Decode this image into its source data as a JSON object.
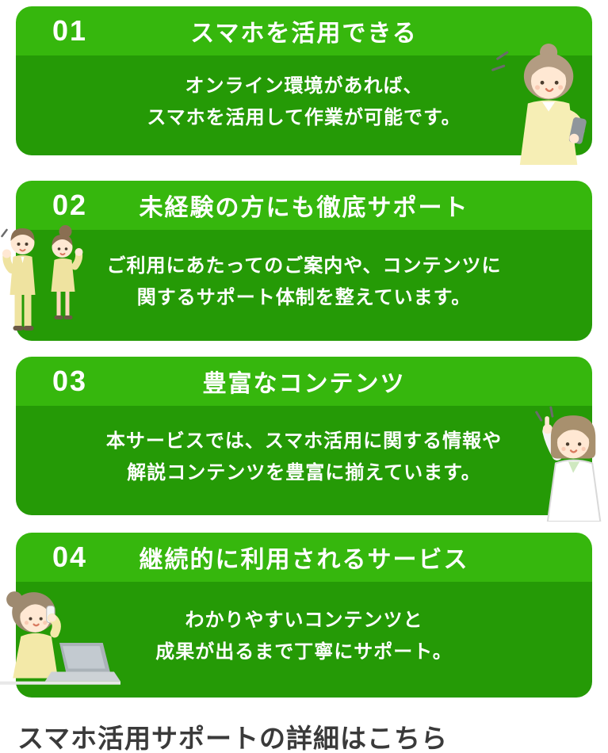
{
  "colors": {
    "header_green": "#36b70d",
    "body_green": "#259a06",
    "card_text": "#ffffff",
    "footer_text": "#3a3a3a"
  },
  "cards": [
    {
      "number": "01",
      "title": "スマホを活用できる",
      "body_lines": [
        "オンライン環境があれば、",
        "スマホを活用して作業が可能です。"
      ],
      "illustration": "woman-with-smartphone"
    },
    {
      "number": "02",
      "title": "未経験の方にも徹底サポート",
      "body_lines": [
        "ご利用にあたってのご案内や、コンテンツに",
        "関するサポート体制を整えています。"
      ],
      "illustration": "business-man-and-woman"
    },
    {
      "number": "03",
      "title": "豊富なコンテンツ",
      "body_lines": [
        "本サービスでは、スマホ活用に関する情報や",
        "解説コンテンツを豊富に揃えています。"
      ],
      "illustration": "woman-pointing-up"
    },
    {
      "number": "04",
      "title": "継続的に利用されるサービス",
      "body_lines": [
        "わかりやすいコンテンツと",
        "成果が出るまで丁寧にサポート。"
      ],
      "illustration": "woman-phone-laptop"
    }
  ],
  "footer": {
    "clipped_text": "スマホ活用サポートの詳細はこちら"
  }
}
